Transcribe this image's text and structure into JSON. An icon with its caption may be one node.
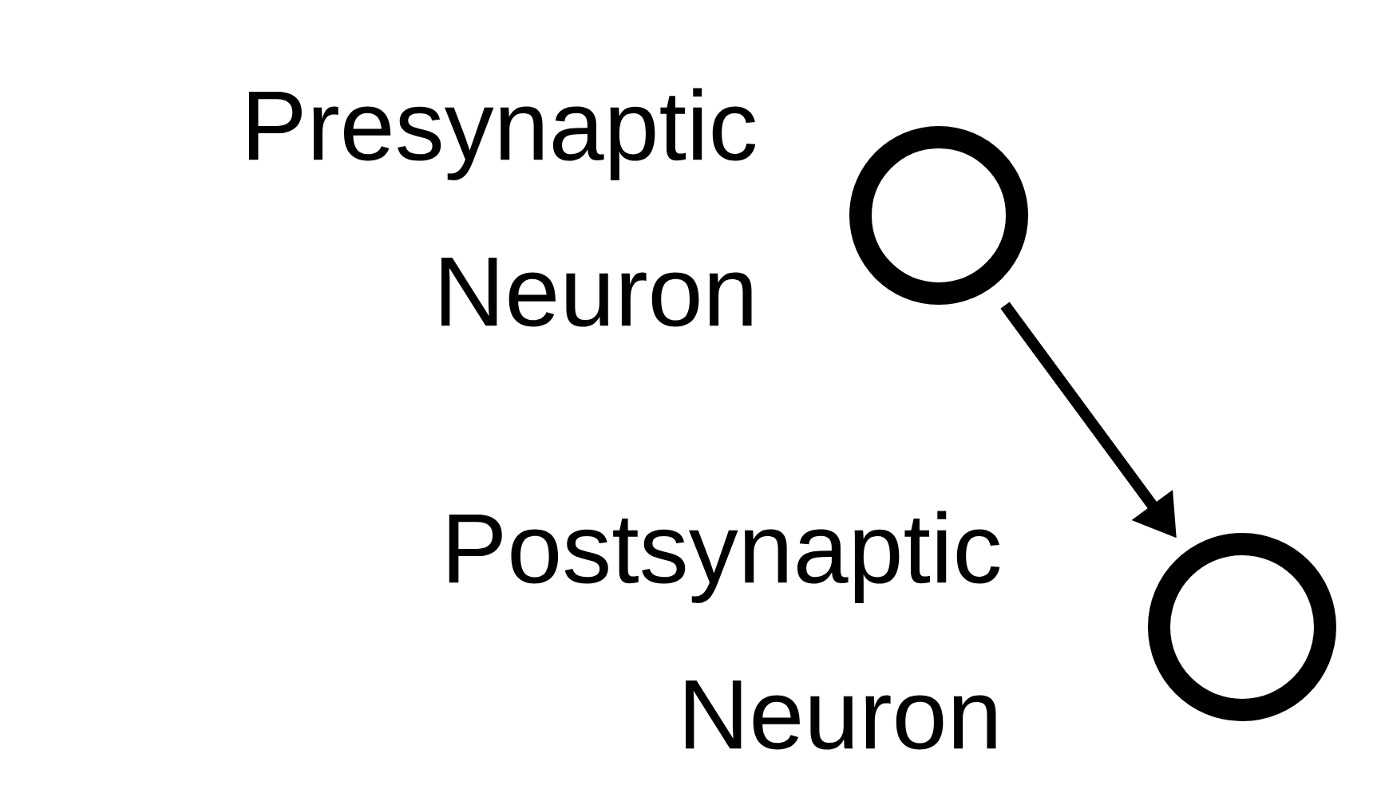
{
  "diagram": {
    "nodes": [
      {
        "text": [],
        "shape": "circle",
        "beside": [
          "Presynaptic Neuron"
        ]
      },
      {
        "text": [],
        "shape": "circle",
        "beside": [
          "Postsynaptic Neuron"
        ]
      }
    ],
    "edges": [
      {
        "from": 0,
        "to": 1,
        "arrow": "to"
      }
    ]
  }
}
